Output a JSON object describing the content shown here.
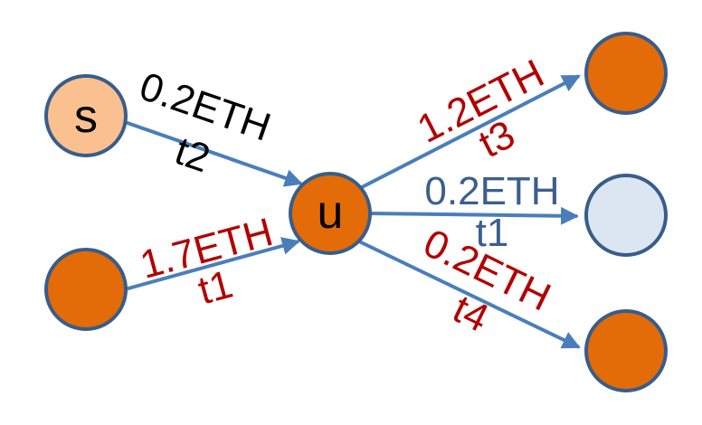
{
  "colors": {
    "edge": "#4a7ebb",
    "node_orange": "#e36c09",
    "node_light_orange": "#fac090",
    "node_light_blue": "#dce6f2",
    "node_border": "#385d8a",
    "text_black": "#000000",
    "text_red": "#b30000",
    "text_blue": "#3b5f8f"
  },
  "nodes": {
    "s": {
      "label": "s",
      "fill": "light_orange"
    },
    "u": {
      "label": "u",
      "fill": "orange"
    },
    "in2": {
      "label": "",
      "fill": "orange"
    },
    "out1": {
      "label": "",
      "fill": "orange"
    },
    "out2": {
      "label": "",
      "fill": "light_blue"
    },
    "out3": {
      "label": "",
      "fill": "orange"
    }
  },
  "edges": {
    "s_u": {
      "amount": "0.2ETH",
      "time": "t2",
      "color": "black"
    },
    "in2_u": {
      "amount": "1.7ETH",
      "time": "t1",
      "color": "red"
    },
    "u_out1": {
      "amount": "1.2ETH",
      "time": "t3",
      "color": "red"
    },
    "u_out2": {
      "amount": "0.2ETH",
      "time": "t1",
      "color": "blue"
    },
    "u_out3": {
      "amount": "0.2ETH",
      "time": "t4",
      "color": "red"
    }
  }
}
